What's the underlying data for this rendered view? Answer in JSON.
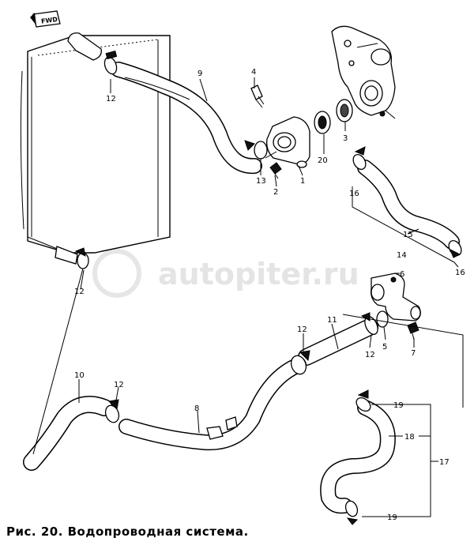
{
  "caption": "Рис. 20. Водопроводная система.",
  "watermark": "autopiter.ru",
  "fwd_badge": "FWD",
  "labels": {
    "n1": "1",
    "n2": "2",
    "n3": "3",
    "n4": "4",
    "n5": "5",
    "n6": "6",
    "n7": "7",
    "n8": "8",
    "n9": "9",
    "n10": "10",
    "n11": "11",
    "n12a": "12",
    "n12b": "12",
    "n12c": "12",
    "n12d": "12",
    "n12e": "12",
    "n13": "13",
    "n14": "14",
    "n15": "15",
    "n16a": "16",
    "n16b": "16",
    "n17": "17",
    "n18": "18",
    "n19a": "19",
    "n19b": "19",
    "n20": "20"
  }
}
